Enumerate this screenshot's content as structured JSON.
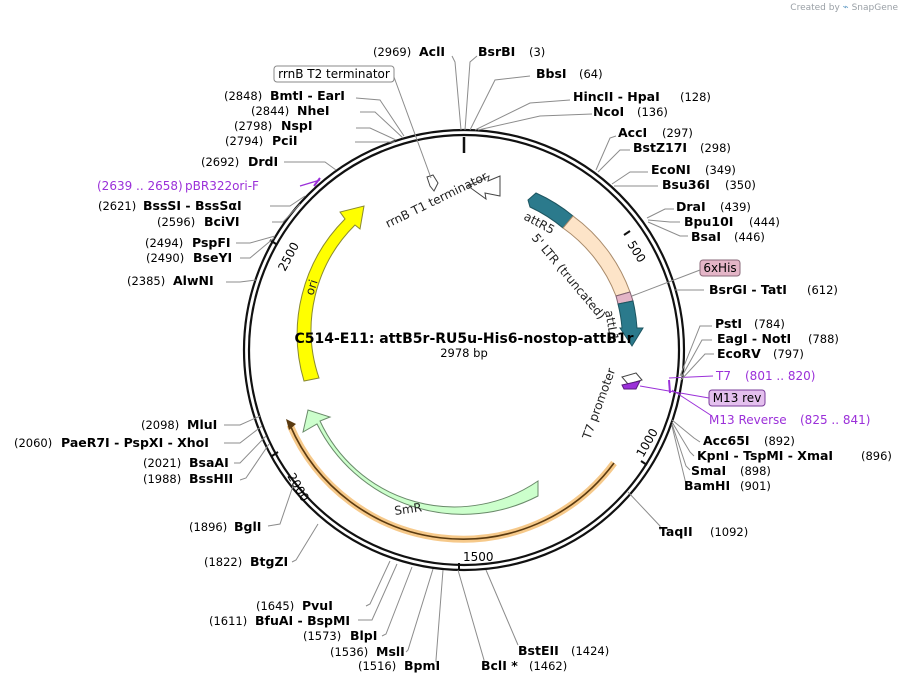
{
  "credit": {
    "prefix": "Created by",
    "brand": "SnapGene"
  },
  "plasmid": {
    "name": "C514-E11: attB5r-RU5u-His6-nostop-attB1r",
    "length": "2978 bp"
  },
  "ticks": [
    "500",
    "1000",
    "1500",
    "2000",
    "2500"
  ],
  "colors": {
    "ori": "#ffff00",
    "smr": "#ccffcc",
    "attr5": "#2b7a8c",
    "ltr": "#fde4c8",
    "orange": "#f2a33a",
    "purple": "#9b30d9",
    "hisbox": "#e4b5c7"
  },
  "features": {
    "rrnb_t2": "rrnB T2 terminator",
    "rrnb_t1": "rrnB T1 terminator",
    "attr5": "attR5",
    "ltr": "5' LTR (truncated)",
    "attl": "attL1",
    "ori": "ori",
    "smr": "SmR",
    "t7prom": "T7 promoter",
    "his": "6xHis",
    "m13rev": "M13 rev"
  },
  "primers": [
    {
      "range": "(2639 .. 2658)",
      "name": "pBR322ori-F"
    },
    {
      "name": "T7",
      "range": "(801 .. 820)"
    },
    {
      "name": "M13 Reverse",
      "range": "(825 .. 841)"
    }
  ],
  "enzymes_right": [
    {
      "name": "BsrBI",
      "pos": "(3)"
    },
    {
      "name": "BbsI",
      "pos": "(64)"
    },
    {
      "name": "HincII  -  HpaI",
      "pos": "(128)"
    },
    {
      "name": "NcoI",
      "pos": "(136)"
    },
    {
      "name": "AccI",
      "pos": "(297)"
    },
    {
      "name": "BstZ17I",
      "pos": "(298)"
    },
    {
      "name": "EcoNI",
      "pos": "(349)"
    },
    {
      "name": "Bsu36I",
      "pos": "(350)"
    },
    {
      "name": "DraI",
      "pos": "(439)"
    },
    {
      "name": "Bpu10I",
      "pos": "(444)"
    },
    {
      "name": "BsaI",
      "pos": "(446)"
    },
    {
      "name": "BsrGI  -  TatI",
      "pos": "(612)"
    },
    {
      "name": "PstI",
      "pos": "(784)"
    },
    {
      "name": "EagI  -  NotI",
      "pos": "(788)"
    },
    {
      "name": "EcoRV",
      "pos": "(797)"
    },
    {
      "name": "Acc65I",
      "pos": "(892)"
    },
    {
      "name": "KpnI  -  TspMI  -  XmaI",
      "pos": "(896)"
    },
    {
      "name": "SmaI",
      "pos": "(898)"
    },
    {
      "name": "BamHI",
      "pos": "(901)"
    },
    {
      "name": "TaqII",
      "pos": "(1092)"
    },
    {
      "name": "BstEII",
      "pos": "(1424)"
    }
  ],
  "enzymes_left": [
    {
      "pos": "(2969)",
      "name": "AclI"
    },
    {
      "pos": "(2848)",
      "name": "BmtI  -  EarI"
    },
    {
      "pos": "(2844)",
      "name": "NheI"
    },
    {
      "pos": "(2798)",
      "name": "NspI"
    },
    {
      "pos": "(2794)",
      "name": "PciI"
    },
    {
      "pos": "(2692)",
      "name": "DrdI"
    },
    {
      "pos": "(2621)",
      "name": "BssSI  -  BssSαI"
    },
    {
      "pos": "(2596)",
      "name": "BciVI"
    },
    {
      "pos": "(2494)",
      "name": "PspFI"
    },
    {
      "pos": "(2490)",
      "name": "BseYI"
    },
    {
      "pos": "(2385)",
      "name": "AlwNI"
    },
    {
      "pos": "(2098)",
      "name": "MluI"
    },
    {
      "pos": "(2060)",
      "name": "PaeR7I  -  PspXI  -  XhoI"
    },
    {
      "pos": "(2021)",
      "name": "BsaAI"
    },
    {
      "pos": "(1988)",
      "name": "BssHII"
    },
    {
      "pos": "(1896)",
      "name": "BglI"
    },
    {
      "pos": "(1822)",
      "name": "BtgZI"
    },
    {
      "pos": "(1645)",
      "name": "PvuI"
    },
    {
      "pos": "(1611)",
      "name": "BfuAI  -  BspMI"
    },
    {
      "pos": "(1573)",
      "name": "BlpI"
    },
    {
      "pos": "(1536)",
      "name": "MslI"
    },
    {
      "pos": "(1516)",
      "name": "BpmI"
    },
    {
      "name": "BclI *",
      "pos": "(1462)"
    }
  ]
}
